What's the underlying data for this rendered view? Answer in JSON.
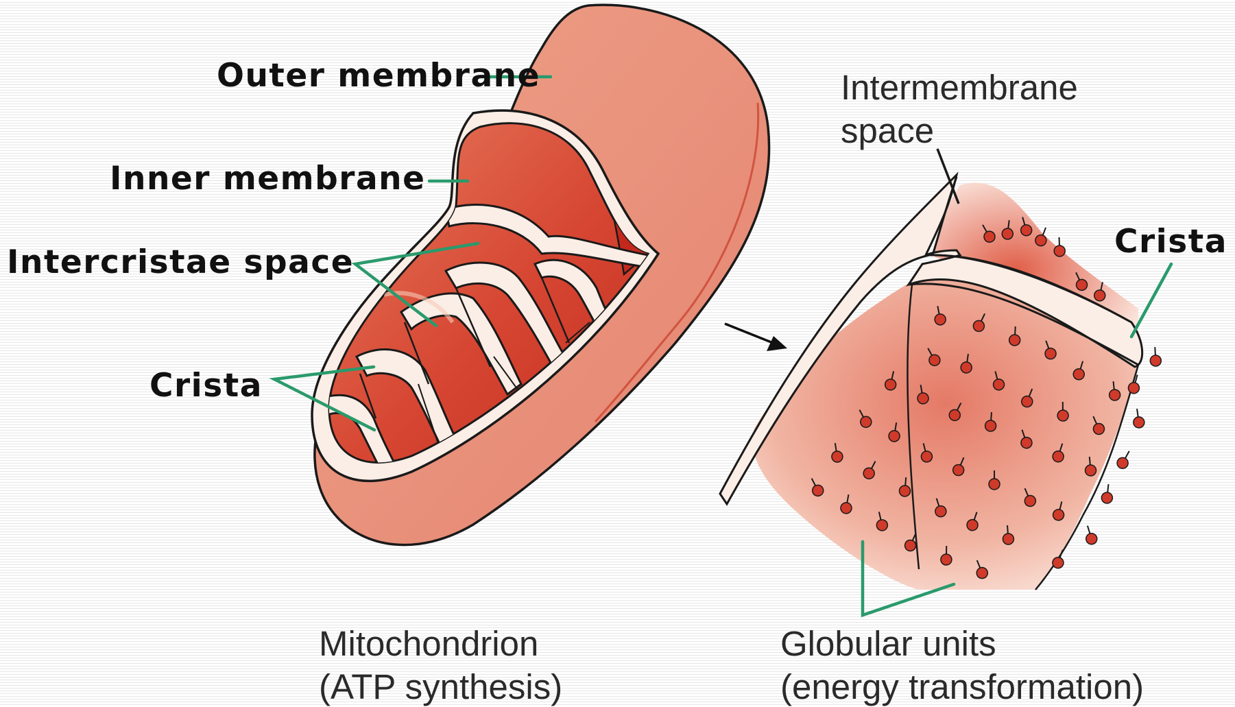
{
  "labels": {
    "outer_membrane": "Outer membrane",
    "inner_membrane": "Inner membrane",
    "intercristae_space": "Intercristae space",
    "crista_left": "Crista",
    "crista_right": "Crista",
    "intermembrane_space_line1": "Intermembrane",
    "intermembrane_space_line2": "space"
  },
  "captions": {
    "mitochondrion_line1": "Mitochondrion",
    "mitochondrion_line2": "(ATP synthesis)",
    "globular_line1": "Globular units",
    "globular_line2": "(energy transformation)"
  },
  "colors": {
    "outer_fill": "#e8927a",
    "inner_fill": "#d44030",
    "membrane_white": "#fbeee6",
    "outline": "#1a1a1a",
    "leader_line": "#2a9a6c",
    "globule": "#d03a2a"
  },
  "icons": {
    "arrow": "arrow-right-down-icon"
  }
}
